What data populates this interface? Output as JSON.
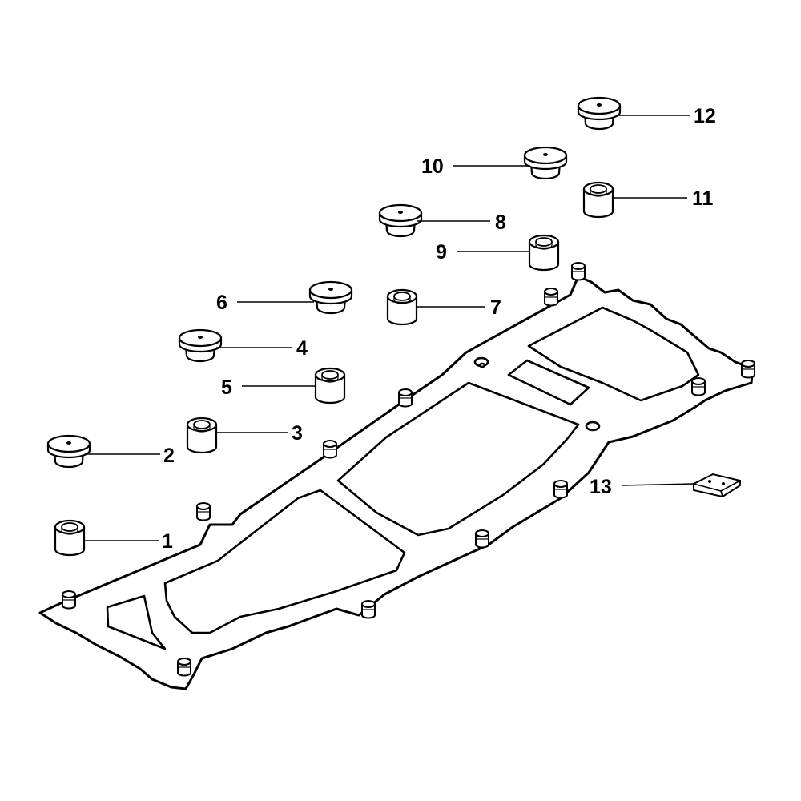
{
  "callouts": [
    {
      "id": "1",
      "label": "1",
      "part": "bushing-small"
    },
    {
      "id": "2",
      "label": "2",
      "part": "bushing-flanged"
    },
    {
      "id": "3",
      "label": "3",
      "part": "bushing-small"
    },
    {
      "id": "4",
      "label": "4",
      "part": "bushing-flanged"
    },
    {
      "id": "5",
      "label": "5",
      "part": "bushing-small"
    },
    {
      "id": "6",
      "label": "6",
      "part": "bushing-flanged"
    },
    {
      "id": "7",
      "label": "7",
      "part": "bushing-small"
    },
    {
      "id": "8",
      "label": "8",
      "part": "bushing-flanged"
    },
    {
      "id": "9",
      "label": "9",
      "part": "bushing-small"
    },
    {
      "id": "10",
      "label": "10",
      "part": "bushing-flanged"
    },
    {
      "id": "11",
      "label": "11",
      "part": "bushing-small"
    },
    {
      "id": "12",
      "label": "12",
      "part": "bushing-flanged"
    },
    {
      "id": "13",
      "label": "13",
      "part": "plate"
    }
  ],
  "colors": {
    "ink": "#000000",
    "background": "#ffffff"
  }
}
